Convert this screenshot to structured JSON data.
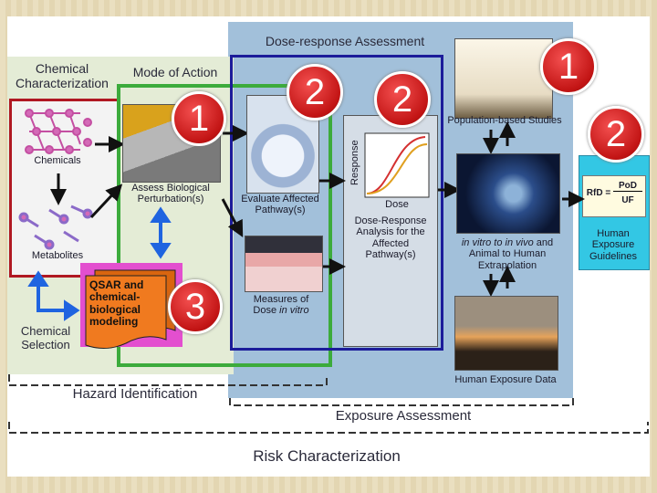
{
  "sections": {
    "chemical_characterization": "Chemical Characterization",
    "mode_of_action": "Mode of Action",
    "dose_response_assessment": "Dose-response Assessment",
    "hazard_identification": "Hazard Identification",
    "exposure_assessment": "Exposure Assessment",
    "risk_characterization": "Risk Characterization"
  },
  "labels": {
    "chemicals": "Chemicals",
    "metabolites": "Metabolites",
    "chemical_selection": "Chemical Selection",
    "qsar": "QSAR and chemical-biological modeling",
    "assess_bio": "Assess Biological Perturbation(s)",
    "evaluate_pathways": "Evaluate Affected Pathway(s)",
    "measures_dose_1": "Measures of",
    "measures_dose_2": "Dose",
    "measures_dose_3": "in vitro",
    "response_axis": "Response",
    "dose_axis": "Dose",
    "dose_response_analysis": "Dose-Response Analysis for the Affected Pathway(s)",
    "population_studies": "Population-based Studies",
    "extrapolation_1": "in vitro",
    "extrapolation_2": "to",
    "extrapolation_3": "in vivo",
    "extrapolation_4": "and Animal to Human Extrapolation",
    "human_exposure_data": "Human Exposure Data",
    "rfd": "RfD =",
    "pod": "PoD",
    "uf": "UF",
    "guidelines": "Human Exposure Guidelines"
  },
  "badges": [
    "1",
    "2",
    "2",
    "1",
    "2",
    "3"
  ],
  "colors": {
    "chem_panel": "#b01822",
    "moa_panel": "#3cab3c",
    "dose_panel": "#1c1c9a",
    "dose_bg": "#9dbcd8",
    "guideline_box": "#33c7e4",
    "qsar_doc": "#f07a1f",
    "qsar_bg": "#e34fcf",
    "arrow_blue": "#1f64e0"
  }
}
